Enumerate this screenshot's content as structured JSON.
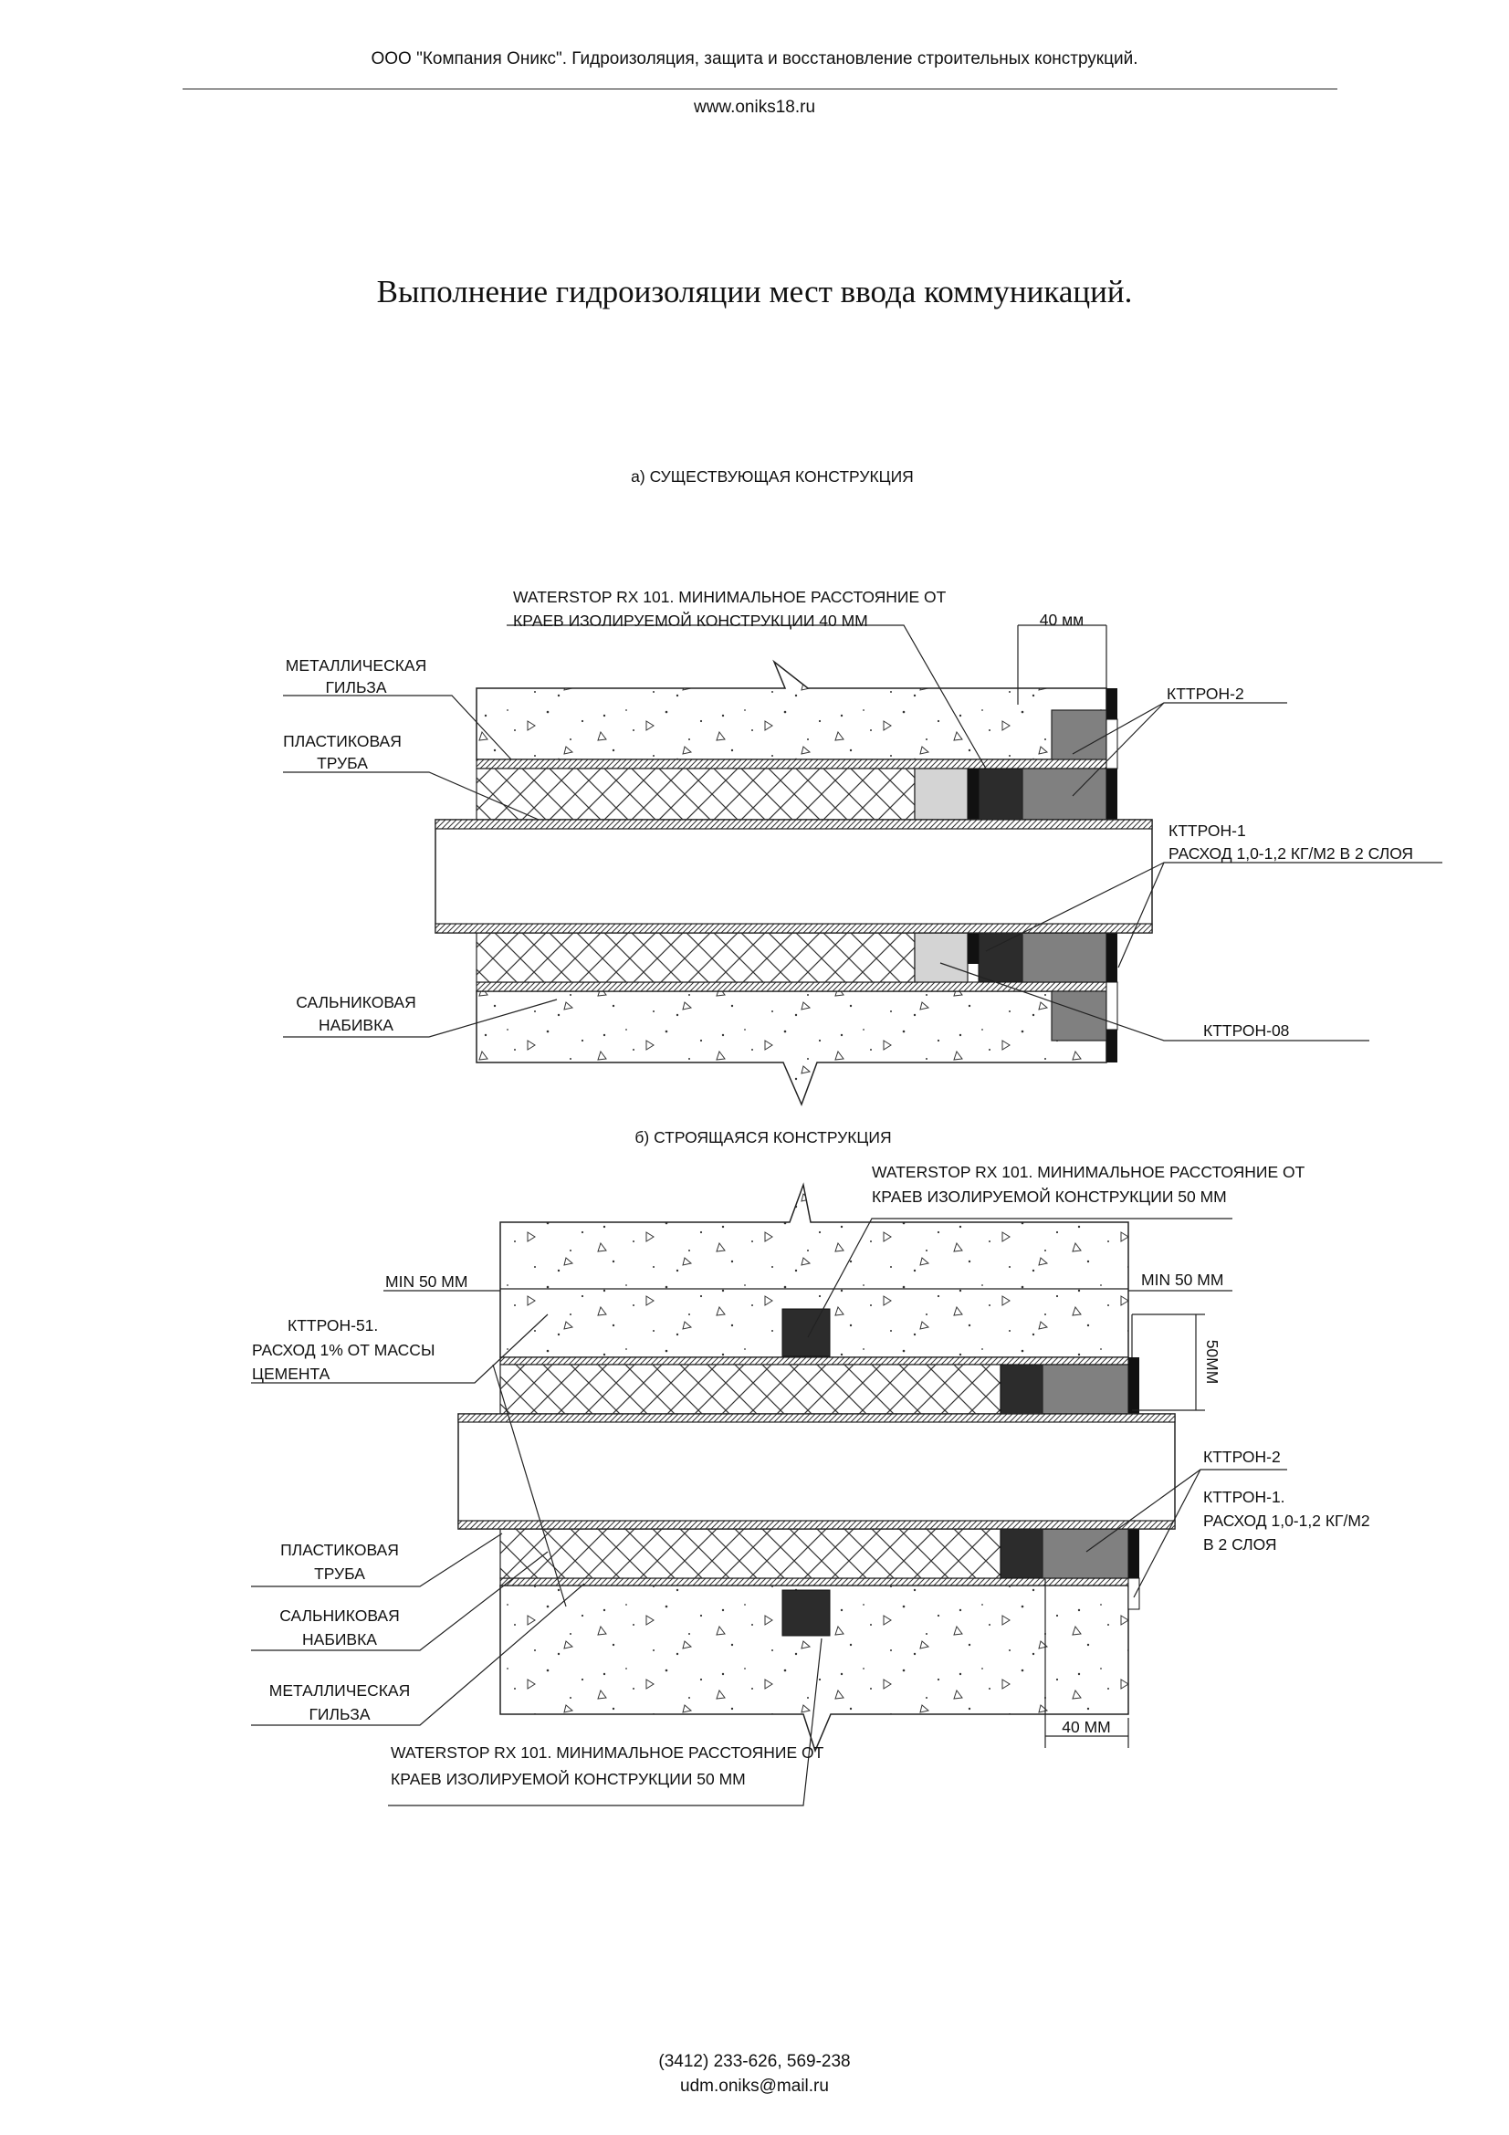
{
  "header": {
    "company": "ООО \"Компания Оникс\". Гидроизоляция, защита и восстановление строительных конструкций.",
    "website": "www.oniks18.ru"
  },
  "title": "Выполнение гидроизоляции мест ввода коммуникаций.",
  "section_a": {
    "heading": "а) СУЩЕСТВУЮЩАЯ КОНСТРУКЦИЯ",
    "waterstop_line1": "WATERSTOP RX 101. МИНИМАЛЬНОЕ РАССТОЯНИЕ ОТ",
    "waterstop_line2": "КРАЕВ ИЗОЛИРУЕМОЙ КОНСТРУКЦИИ 40 ММ",
    "dim_40": "40 мм",
    "metal_sleeve_line1": "МЕТАЛЛИЧЕСКАЯ",
    "metal_sleeve_line2": "ГИЛЬЗА",
    "plastic_pipe_line1": "ПЛАСТИКОВАЯ",
    "plastic_pipe_line2": "ТРУБА",
    "ktron2": "КТТРОН-2",
    "ktron1_line1": "КТТРОН-1",
    "ktron1_line2": "РАСХОД 1,0-1,2 КГ/М2 В 2 СЛОЯ",
    "gland_line1": "САЛЬНИКОВАЯ",
    "gland_line2": "НАБИВКА",
    "ktron08": "КТТРОН-08"
  },
  "section_b": {
    "heading": "б) СТРОЯЩАЯСЯ КОНСТРУКЦИЯ",
    "waterstop_top_line1": "WATERSTOP RX 101. МИНИМАЛЬНОЕ РАССТОЯНИЕ ОТ",
    "waterstop_top_line2": "КРАЕВ ИЗОЛИРУЕМОЙ КОНСТРУКЦИИ 50 ММ",
    "min50_left": "MIN 50 ММ",
    "min50_right": "MIN 50 ММ",
    "dim_50_vertical": "50ММ",
    "ktron51_line1": "КТТРОН-51.",
    "ktron51_line2": "РАСХОД 1% ОТ МАССЫ",
    "ktron51_line3": "ЦЕМЕНТА",
    "ktron2": "КТТРОН-2",
    "ktron1_line1": "КТТРОН-1.",
    "ktron1_line2": "РАСХОД 1,0-1,2 КГ/М2",
    "ktron1_line3": "В 2 СЛОЯ",
    "plastic_pipe_line1": "ПЛАСТИКОВАЯ",
    "plastic_pipe_line2": "ТРУБА",
    "gland_line1": "САЛЬНИКОВАЯ",
    "gland_line2": "НАБИВКА",
    "metal_sleeve_line1": "МЕТАЛЛИЧЕСКАЯ",
    "metal_sleeve_line2": "ГИЛЬЗА",
    "waterstop_bottom_line1": "WATERSTOP RX 101. МИНИМАЛЬНОЕ РАССТОЯНИЕ ОТ",
    "waterstop_bottom_line2": "КРАЕВ ИЗОЛИРУЕМОЙ КОНСТРУКЦИИ 50 ММ",
    "dim_40": "40 ММ"
  },
  "footer": {
    "phone": "(3412) 233-626, 569-238",
    "email": "udm.oniks@mail.ru"
  }
}
